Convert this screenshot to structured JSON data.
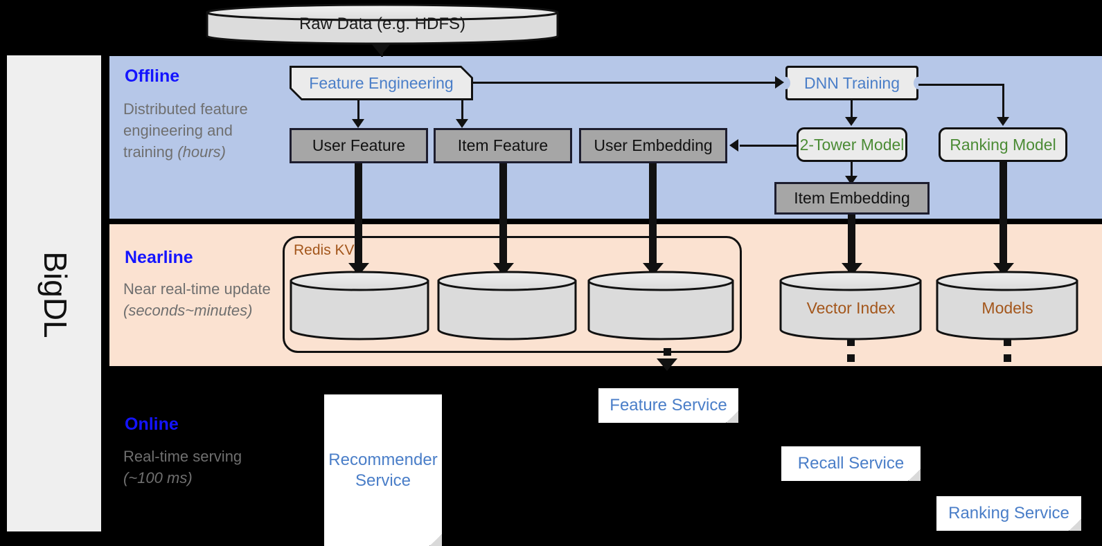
{
  "framework": {
    "label": "BigDL"
  },
  "source": {
    "raw_data_label": "Raw Data (e.g. HDFS)"
  },
  "layers": [
    {
      "id": "offline",
      "title": "Offline",
      "description": "Distributed feature engineering and training ",
      "description_emphasis": "(hours)",
      "band_color": "#b6c7e8"
    },
    {
      "id": "nearline",
      "title": "Nearline",
      "description": "Near real-time update ",
      "description_emphasis": "(seconds~minutes)",
      "band_color": "#fbe2d1"
    },
    {
      "id": "online",
      "title": "Online",
      "description": "Real-time serving ",
      "description_emphasis": "(~100 ms)",
      "band_color": "#000000"
    }
  ],
  "offline": {
    "feature_engineering": "Feature Engineering",
    "dnn_training": "DNN Training",
    "user_feature": "User Feature",
    "item_feature": "Item Feature",
    "user_embedding": "User Embedding",
    "two_tower_model": "2-Tower Model",
    "ranking_model": "Ranking Model",
    "item_embedding": "Item Embedding"
  },
  "nearline": {
    "redis_kv": "Redis KV",
    "store_1": "",
    "store_2": "",
    "store_3": "",
    "vector_index": "Vector Index",
    "models": "Models"
  },
  "online": {
    "recommender_service": "Recommender Service",
    "feature_service": "Feature Service",
    "recall_service": "Recall Service",
    "ranking_service": "Ranking Service"
  },
  "colors": {
    "offline_band": "#b6c7e8",
    "nearline_band": "#fbe2d1",
    "online_band": "#000000",
    "layer_title": "#1414ff",
    "layer_desc": "#6f6f6f",
    "blue_text": "#4a7ec8",
    "green_text": "#4b8b35",
    "brown_text": "#a3561b",
    "grey_box": "#a6a6a6",
    "proc_box": "#ebebeb",
    "cylinder": "#d9d9d9",
    "sidebar": "#efefef"
  }
}
